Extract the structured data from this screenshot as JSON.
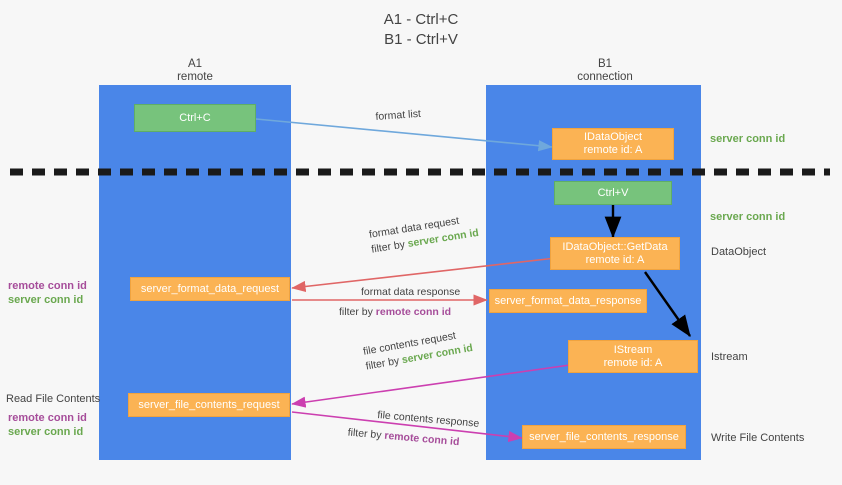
{
  "title": {
    "line1": "A1 - Ctrl+C",
    "line2": "B1 - Ctrl+V"
  },
  "lanes": [
    {
      "id": "a1",
      "name": "A1",
      "subtitle": "remote"
    },
    {
      "id": "b1",
      "name": "B1",
      "subtitle": "connection"
    }
  ],
  "boxes": {
    "ctrl_c": {
      "line1": "Ctrl+C"
    },
    "clipboard_dataobject": {
      "line1": "IDataObject",
      "line2": "remote id: A"
    },
    "ctrl_v": {
      "line1": "Ctrl+V"
    },
    "getdata": {
      "line1": "IDataObject::GetData",
      "line2": "remote id: A"
    },
    "format_data_request": {
      "line1": "server_format_data_request"
    },
    "format_data_response": {
      "line1": "server_format_data_response"
    },
    "istream": {
      "line1": "IStream",
      "line2": "remote id: A"
    },
    "file_contents_request": {
      "line1": "server_file_contents_request"
    },
    "file_contents_response": {
      "line1": "server_file_contents_response"
    }
  },
  "edges": {
    "format_list": {
      "label": "format list"
    },
    "format_data_request": {
      "line1": "format data request",
      "filter_prefix": "filter by ",
      "filter_value": "server conn id"
    },
    "format_data_response": {
      "line1": "format data response",
      "filter_prefix": "filter by ",
      "filter_value": "remote conn id"
    },
    "file_contents_request": {
      "line1": "file contents request",
      "filter_prefix": "filter by ",
      "filter_value": "server conn id"
    },
    "file_contents_response": {
      "line1": "file contents response",
      "filter_prefix": "filter by ",
      "filter_value": "remote conn id"
    }
  },
  "annotations": {
    "right_server_conn_top": "server conn id",
    "right_server_conn_mid": "server conn id",
    "right_dataobject": "DataObject",
    "right_istream": "Istream",
    "right_write_file_contents": "Write File Contents",
    "left_format_remote": "remote conn id",
    "left_format_server": "server conn id",
    "left_read_file_contents": "Read File Contents",
    "left_file_remote": "remote conn id",
    "left_file_server": "server conn id"
  },
  "colors": {
    "lane": "#4a86e8",
    "green_box": "#77c37c",
    "orange_box": "#fbb354",
    "green_text": "#6aa84f",
    "purple_text": "#a64d9a",
    "arrow_blue": "#6fa8dc",
    "arrow_red": "#e06666",
    "arrow_magenta": "#cc3fb0",
    "arrow_black": "#000000",
    "divider": "#1a1a1a",
    "background": "#f7f7f7"
  }
}
